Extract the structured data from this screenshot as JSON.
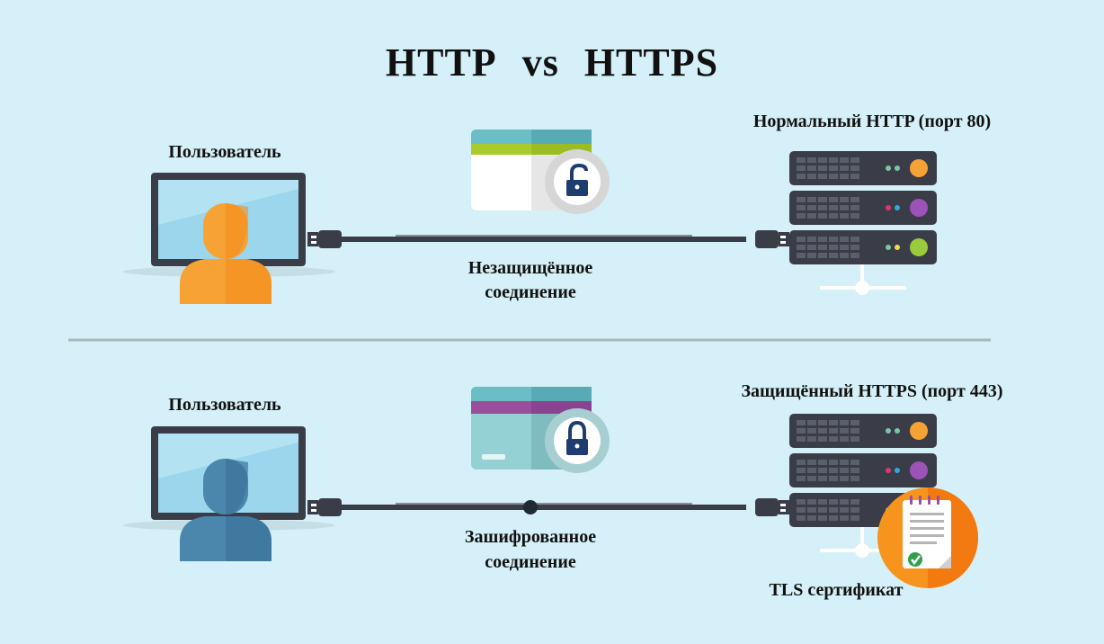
{
  "title": {
    "left": "HTTP",
    "mid": "vs",
    "right": "HTTPS"
  },
  "http": {
    "user_label": "Пользователь",
    "server_label": "Нормальный HTTP (порт 80)",
    "connection_label_1": "Незащищённое",
    "connection_label_2": "соединение"
  },
  "https": {
    "user_label": "Пользователь",
    "server_label": "Защищённый HTTPS (порт 443)",
    "connection_label_1": "Зашифрованное",
    "connection_label_2": "соединение",
    "certificate_label": "TLS сертификат"
  },
  "colors": {
    "background": "#d5f0f8",
    "user_http": "#f7a234",
    "user_https": "#4b87ad",
    "server": "#3a3d48",
    "certificate": "#f7941d"
  }
}
